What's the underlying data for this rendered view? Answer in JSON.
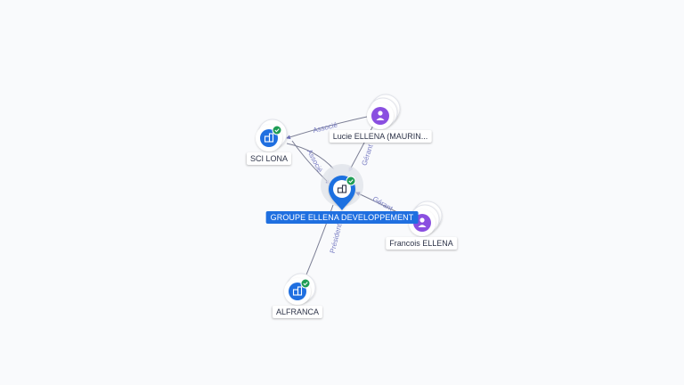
{
  "nodes": {
    "center": {
      "label": "GROUPE ELLENA DEVELOPPEMENT",
      "icon": "company-icon",
      "verified": true
    },
    "sci_lona": {
      "label": "SCI LONA",
      "icon": "company-icon",
      "verified": true
    },
    "lucie": {
      "label": "Lucie ELLENA (MAURIN...",
      "icon": "person-icon"
    },
    "francois": {
      "label": "Francois ELLENA",
      "icon": "person-icon"
    },
    "alfranca": {
      "label": "ALFRANCA",
      "icon": "company-icon",
      "verified": true
    }
  },
  "edges": {
    "lucie_sci": "Associé",
    "sci_center": "Associé",
    "lucie_center": "Gérant",
    "francois_center": "Gérant",
    "center_alfranca": "Président"
  },
  "colors": {
    "company_node": "#1f6fe0",
    "person_node": "#8a4fe0",
    "verified_badge": "#1f9d55",
    "edge": "#7c7f95",
    "edge_label": "#7b7fc4",
    "background": "#f9fafc"
  }
}
